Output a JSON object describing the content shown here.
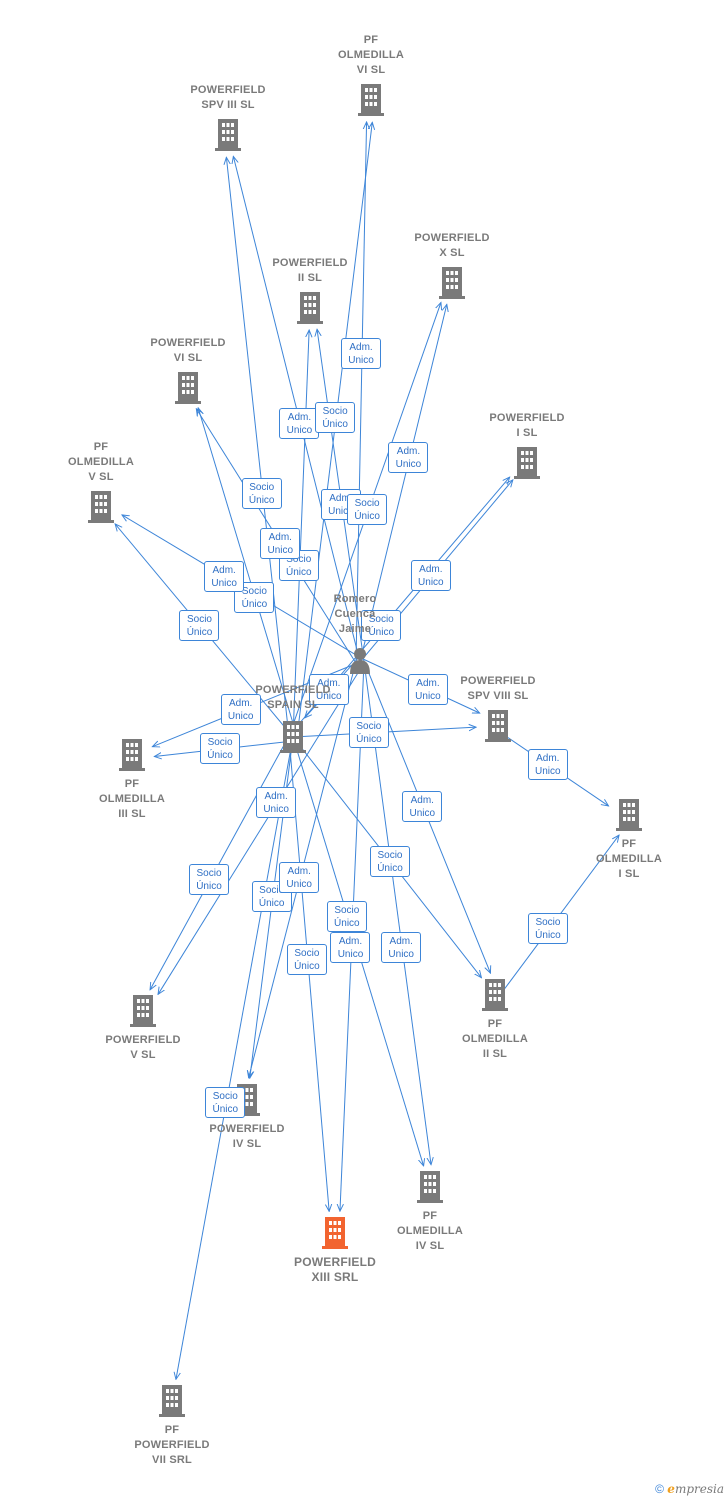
{
  "colors": {
    "company": "#7a7a7a",
    "focus": "#f26430",
    "edge": "#3d85d8",
    "person": "#7a7a7a"
  },
  "footer": {
    "copyright": "©",
    "brand_e": "e",
    "brand_rest": "mpresia"
  },
  "nodes": [
    {
      "id": "spv3",
      "label": "POWERFIELD\nSPV III  SL",
      "type": "company"
    },
    {
      "id": "olm6",
      "label": "PF\nOLMEDILLA\nVI  SL",
      "type": "company"
    },
    {
      "id": "pf10",
      "label": "POWERFIELD\nX  SL",
      "type": "company"
    },
    {
      "id": "pf2",
      "label": "POWERFIELD\nII  SL",
      "type": "company"
    },
    {
      "id": "pf6",
      "label": "POWERFIELD\nVI  SL",
      "type": "company"
    },
    {
      "id": "pf1",
      "label": "POWERFIELD\nI  SL",
      "type": "company"
    },
    {
      "id": "olm5",
      "label": "PF\nOLMEDILLA\nV  SL",
      "type": "company"
    },
    {
      "id": "person",
      "label": "Romero\nCuenca\nJaime",
      "type": "person"
    },
    {
      "id": "spain",
      "label": "POWERFIELD\nSPAIN  SL",
      "type": "company"
    },
    {
      "id": "spv8",
      "label": "POWERFIELD\nSPV VIII  SL",
      "type": "company"
    },
    {
      "id": "olm3",
      "label": "PF\nOLMEDILLA\nIII  SL",
      "type": "company"
    },
    {
      "id": "olm1",
      "label": "PF\nOLMEDILLA\nI  SL",
      "type": "company"
    },
    {
      "id": "olm2",
      "label": "PF\nOLMEDILLA\nII  SL",
      "type": "company"
    },
    {
      "id": "pf5",
      "label": "POWERFIELD\nV  SL",
      "type": "company"
    },
    {
      "id": "pf4",
      "label": "POWERFIELD\nIV  SL",
      "type": "company"
    },
    {
      "id": "olm4",
      "label": "PF\nOLMEDILLA\nIV  SL",
      "type": "company"
    },
    {
      "id": "pf13",
      "label": "POWERFIELD\nXIII SRL",
      "type": "focus"
    },
    {
      "id": "pf7",
      "label": "PF\nPOWERFIELD\nVII SRL",
      "type": "company"
    }
  ],
  "edges": [
    {
      "from": "spain",
      "to": "spv3",
      "label": "Socio\nÚnico"
    },
    {
      "from": "person",
      "to": "spv3",
      "label": "Adm.\nUnico"
    },
    {
      "from": "spain",
      "to": "olm6",
      "label": "Socio\nÚnico"
    },
    {
      "from": "person",
      "to": "olm6",
      "label": "Adm.\nUnico"
    },
    {
      "from": "spain",
      "to": "pf2",
      "label": "Socio\nÚnico"
    },
    {
      "from": "person",
      "to": "pf2",
      "label": "Adm.\nUnico"
    },
    {
      "from": "spain",
      "to": "pf10",
      "label": "Socio\nÚnico"
    },
    {
      "from": "person",
      "to": "pf10",
      "label": "Adm.\nUnico"
    },
    {
      "from": "spain",
      "to": "pf6",
      "label": "Socio\nÚnico"
    },
    {
      "from": "person",
      "to": "pf6",
      "label": "Adm.\nUnico"
    },
    {
      "from": "spain",
      "to": "olm5",
      "label": "Socio\nÚnico"
    },
    {
      "from": "person",
      "to": "olm5",
      "label": "Adm.\nUnico"
    },
    {
      "from": "spain",
      "to": "pf1",
      "label": "Socio\nÚnico"
    },
    {
      "from": "person",
      "to": "pf1",
      "label": "Adm.\nUnico"
    },
    {
      "from": "person",
      "to": "spain",
      "label": "Adm.\nUnico"
    },
    {
      "from": "person",
      "to": "spv8",
      "label": "Adm.\nUnico"
    },
    {
      "from": "spain",
      "to": "spv8",
      "label": "Socio\nÚnico"
    },
    {
      "from": "spv8",
      "to": "olm1",
      "label": "Adm.\nUnico"
    },
    {
      "from": "spain",
      "to": "olm3",
      "label": "Socio\nÚnico"
    },
    {
      "from": "person",
      "to": "olm3",
      "label": "Adm.\nUnico"
    },
    {
      "from": "olm2",
      "to": "olm1",
      "label": "Socio\nÚnico"
    },
    {
      "from": "person",
      "to": "olm2",
      "label": "Adm.\nUnico"
    },
    {
      "from": "spain",
      "to": "olm2",
      "label": "Socio\nÚnico"
    },
    {
      "from": "spain",
      "to": "pf5",
      "label": "Socio\nÚnico"
    },
    {
      "from": "person",
      "to": "pf5",
      "label": "Adm.\nUnico"
    },
    {
      "from": "spain",
      "to": "pf4",
      "label": "Socio\nÚnico"
    },
    {
      "from": "person",
      "to": "pf4",
      "label": "Adm.\nUnico"
    },
    {
      "from": "person",
      "to": "olm4",
      "label": "Adm.\nUnico"
    },
    {
      "from": "spain",
      "to": "olm4",
      "label": "Socio\nÚnico"
    },
    {
      "from": "spain",
      "to": "pf13",
      "label": "Socio\nÚnico"
    },
    {
      "from": "person",
      "to": "pf13",
      "label": "Adm.\nUnico"
    },
    {
      "from": "spain",
      "to": "pf7",
      "label": "Socio\nÚnico"
    }
  ]
}
